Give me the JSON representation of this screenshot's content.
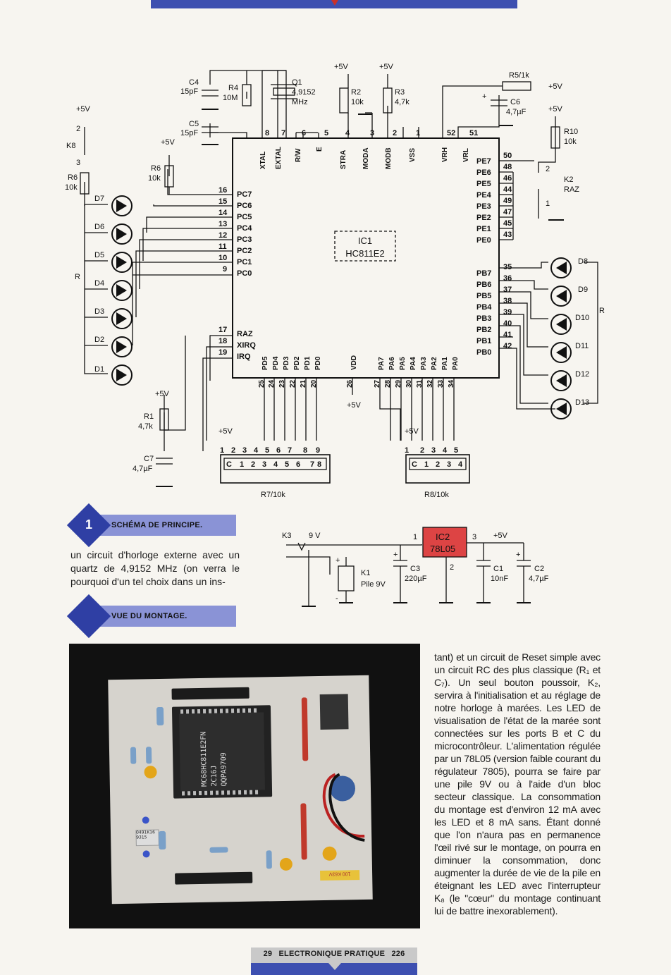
{
  "schematic": {
    "ic1": {
      "name": "IC1",
      "part": "HC811E2"
    },
    "top_pins": [
      {
        "num": "8",
        "label": "XTAL"
      },
      {
        "num": "7",
        "label": "EXTAL"
      },
      {
        "num": "6",
        "label": "R/W"
      },
      {
        "num": "5",
        "label": "E"
      },
      {
        "num": "4",
        "label": "STRA"
      },
      {
        "num": "3",
        "label": "MODA"
      },
      {
        "num": "2",
        "label": "MODB"
      },
      {
        "num": "1",
        "label": "VSS"
      },
      {
        "num": "52",
        "label": "VRH"
      },
      {
        "num": "51",
        "label": "VRL"
      }
    ],
    "left_pins": [
      {
        "num": "16",
        "label": "PC7"
      },
      {
        "num": "15",
        "label": "PC6"
      },
      {
        "num": "14",
        "label": "PC5"
      },
      {
        "num": "13",
        "label": "PC4"
      },
      {
        "num": "12",
        "label": "PC3"
      },
      {
        "num": "11",
        "label": "PC2"
      },
      {
        "num": "10",
        "label": "PC1"
      },
      {
        "num": "9",
        "label": "PC0"
      }
    ],
    "left_pins2": [
      {
        "num": "17",
        "label": "RAZ"
      },
      {
        "num": "18",
        "label": "XIRQ"
      },
      {
        "num": "19",
        "label": "IRQ"
      }
    ],
    "right_pins_e": [
      {
        "num": "50",
        "label": "PE7"
      },
      {
        "num": "48",
        "label": "PE6"
      },
      {
        "num": "46",
        "label": "PE5"
      },
      {
        "num": "44",
        "label": "PE4"
      },
      {
        "num": "49",
        "label": "PE3"
      },
      {
        "num": "47",
        "label": "PE2"
      },
      {
        "num": "45",
        "label": "PE1"
      },
      {
        "num": "43",
        "label": "PE0"
      }
    ],
    "right_pins_b": [
      {
        "num": "35",
        "label": "PB7"
      },
      {
        "num": "36",
        "label": "PB6"
      },
      {
        "num": "37",
        "label": "PB5"
      },
      {
        "num": "38",
        "label": "PB4"
      },
      {
        "num": "39",
        "label": "PB3"
      },
      {
        "num": "40",
        "label": "PB2"
      },
      {
        "num": "41",
        "label": "PB1"
      },
      {
        "num": "42",
        "label": "PB0"
      }
    ],
    "bottom_pins": [
      {
        "num": "25",
        "label": "PD5"
      },
      {
        "num": "24",
        "label": "PD4"
      },
      {
        "num": "23",
        "label": "PD3"
      },
      {
        "num": "22",
        "label": "PD2"
      },
      {
        "num": "21",
        "label": "PD1"
      },
      {
        "num": "20",
        "label": "PD0"
      },
      {
        "num": "26",
        "label": "VDD"
      },
      {
        "num": "27",
        "label": "PA7"
      },
      {
        "num": "28",
        "label": "PA6"
      },
      {
        "num": "29",
        "label": "PA5"
      },
      {
        "num": "30",
        "label": "PA4"
      },
      {
        "num": "31",
        "label": "PA3"
      },
      {
        "num": "32",
        "label": "PA2"
      },
      {
        "num": "33",
        "label": "PA1"
      },
      {
        "num": "34",
        "label": "PA0"
      }
    ],
    "labels": {
      "c4": "C4",
      "c4v": "15pF",
      "c5": "C5",
      "c5v": "15pF",
      "r4": "R4",
      "r4v": "10M",
      "q1": "Q1",
      "q1v": "4,9152",
      "q1u": "MHz",
      "r2": "R2",
      "r2v": "10k",
      "r3": "R3",
      "r3v": "4,7k",
      "r5": "R5/1k",
      "c6": "C6",
      "c6v": "4,7µF",
      "r10": "R10",
      "r10v": "10k",
      "k2": "K2",
      "k2v": "RAZ",
      "k8": "K8",
      "r6a": "R6",
      "r6av": "10k",
      "r6b": "R6",
      "r6bv": "10k",
      "r": "R",
      "r1": "R1",
      "r1v": "4,7k",
      "c7": "C7",
      "c7v": "4,7µF",
      "r7": "R7/10k",
      "r8": "R8/10k",
      "vcc": "+5V",
      "plus": "+",
      "minus": "-",
      "k3": "K3",
      "v9": "9 V",
      "ic2": "IC2",
      "ic2v": "78L05",
      "k1": "K1",
      "k1v": "Pile 9V",
      "c3": "C3",
      "c3v": "220µF",
      "c1": "C1",
      "c1v": "10nF",
      "c2": "C2",
      "c2v": "4,7µF",
      "n1": "1",
      "n2": "2",
      "n3": "3",
      "cpin": "C"
    },
    "leds_left": [
      "D7",
      "D6",
      "D5",
      "D4",
      "D3",
      "D2",
      "D1"
    ],
    "leds_right": [
      "D8",
      "D9",
      "D10",
      "D11",
      "D12",
      "D13"
    ],
    "r7_pins": [
      "1",
      "2",
      "3",
      "4",
      "5",
      "6",
      "7",
      "8",
      "9"
    ],
    "r7_inner": [
      "C",
      "1",
      "2",
      "3",
      "4",
      "5",
      "6",
      "7",
      "8"
    ],
    "r8_pins": [
      "1",
      "2",
      "3",
      "4",
      "5"
    ],
    "r8_inner": [
      "C",
      "1",
      "2",
      "3",
      "4"
    ]
  },
  "captions": [
    {
      "num": "1",
      "text": "SCHÉMA DE PRINCIPE."
    },
    {
      "num": "",
      "text": "VUE DU MONTAGE."
    }
  ],
  "left_text": "un circuit d'horloge externe avec un quartz de 4,9152 MHz (on verra le pourquoi d'un tel choix dans un ins-",
  "right_text": "tant) et un circuit de Reset simple avec un circuit RC des plus classique (R₁ et C₇). Un seul bouton poussoir, K₂, servira à l'initialisation et au réglage de notre horloge à marées. Les LED de visualisation de l'état de la marée sont connectées sur les ports B et C du microcontrôleur. L'alimentation régulée par un 78L05 (version faible courant du régulateur 7805), pourra se faire par une pile 9V ou à l'aide d'un bloc secteur classique. La consommation du montage est d'environ 12 mA avec les LED et 8 mA sans. Étant donné que l'on n'aura pas en permanence l'œil rivé sur le montage, on pourra en diminuer la consommation, donc augmenter la durée de vie de la pile en éteignant les LED avec l'interrupteur K₈ (le \"cœur\" du montage continuant lui de battre inexorablement).",
  "photo": {
    "chip_lines": [
      "MC68HC811E2FN",
      "2C16J",
      "QQPA9709"
    ],
    "crystal": "0491K16 9315",
    "cap_label": "100 K63V"
  },
  "footer": {
    "page_left": "29",
    "title": "ELECTRONIQUE PRATIQUE",
    "page_right": "226"
  },
  "colors": {
    "accent": "#3d4fb0",
    "caption_bg": "#8a93d6",
    "diamond": "#2f3fa4"
  }
}
